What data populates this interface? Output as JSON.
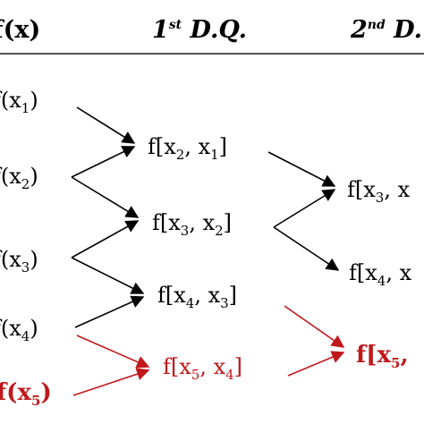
{
  "headers": {
    "col0": {
      "prefix": "f",
      "text": "(x)"
    },
    "col1": {
      "ord": "1",
      "sup": "st",
      "rest": " D.Q."
    },
    "col2": {
      "ord": "2",
      "sup": "nd",
      "rest": " D."
    }
  },
  "column0": [
    {
      "base": "f(x",
      "sub": "1",
      "close": ")"
    },
    {
      "base": "f(x",
      "sub": "2",
      "close": ")"
    },
    {
      "base": "f(x",
      "sub": "3",
      "close": ")"
    },
    {
      "base": "f(x",
      "sub": "4",
      "close": ")"
    },
    {
      "base": "f(x",
      "sub": "5",
      "close": ")"
    }
  ],
  "column1": [
    {
      "a": "f[x",
      "s1": "2",
      "m": ", x",
      "s2": "1",
      "close": "]"
    },
    {
      "a": "f[x",
      "s1": "3",
      "m": ", x",
      "s2": "2",
      "close": "]"
    },
    {
      "a": "f[x",
      "s1": "4",
      "m": ", x",
      "s2": "3",
      "close": "]"
    },
    {
      "a": "f[x",
      "s1": "5",
      "m": ", x",
      "s2": "4",
      "close": "]"
    }
  ],
  "column2": [
    {
      "a": "f[x",
      "s1": "3",
      "m": ", x"
    },
    {
      "a": "f[x",
      "s1": "4",
      "m": ", x"
    },
    {
      "a": "f[x",
      "s1": "5",
      "m": ","
    }
  ],
  "colors": {
    "highlight": "#c0181b",
    "line": "#000000"
  }
}
